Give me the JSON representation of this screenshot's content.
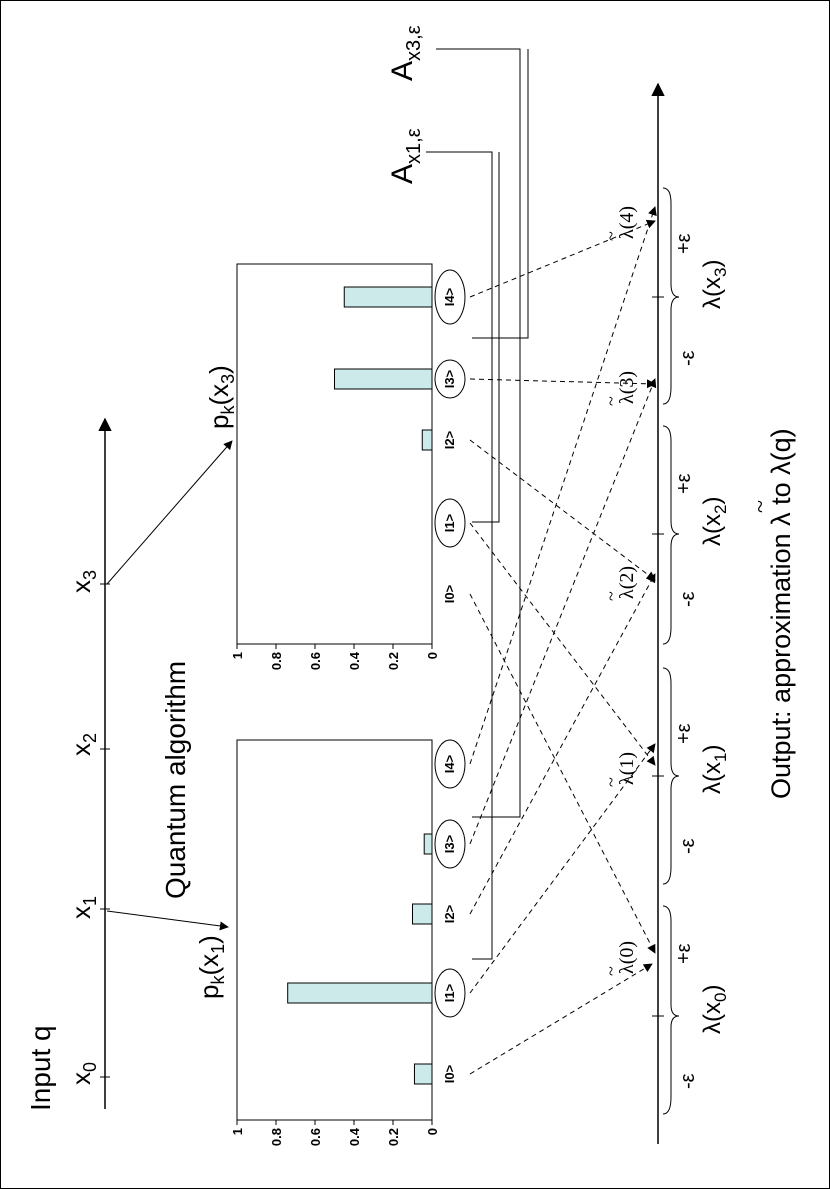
{
  "input_label": "Input q",
  "input_axis": {
    "ticks": [
      {
        "name": "x",
        "sub": "0"
      },
      {
        "name": "x",
        "sub": "1"
      },
      {
        "name": "x",
        "sub": "2"
      },
      {
        "name": "x",
        "sub": "3"
      }
    ]
  },
  "algorithm_label": "Quantum algorithm",
  "charts": [
    {
      "title_main": "p",
      "title_k": "k",
      "title_x": "(x",
      "title_sub": "1",
      "title_close": ")",
      "yticks": [
        "0",
        "0.2",
        "0.4",
        "0.6",
        "0.8",
        "1"
      ],
      "kets": [
        "I0>",
        "I1>",
        "I2>",
        "I3>",
        "I4>"
      ],
      "values": [
        0.09,
        0.74,
        0.1,
        0.04,
        0.0
      ]
    },
    {
      "title_main": "p",
      "title_k": "k",
      "title_x": "(x",
      "title_sub": "3",
      "title_close": ")",
      "yticks": [
        "0",
        "0.2",
        "0.4",
        "0.6",
        "0.8",
        "1"
      ],
      "kets": [
        "I0>",
        "I1>",
        "I2>",
        "I3>",
        "I4>"
      ],
      "values": [
        0.0,
        0.0,
        0.05,
        0.5,
        0.45
      ]
    }
  ],
  "operators": [
    {
      "main": "A",
      "sub": "x1,ε"
    },
    {
      "main": "A",
      "sub": "x3,ε"
    }
  ],
  "lambda_tilde_labels": [
    "λ(0)",
    "λ(1)",
    "λ(2)",
    "λ(3)",
    "λ(4)"
  ],
  "tilde": "~",
  "intervals": [
    {
      "label": "λ(x",
      "sub": "0",
      "close": ")",
      "minus": "-ε",
      "plus": "+ε"
    },
    {
      "label": "λ(x",
      "sub": "1",
      "close": ")",
      "minus": "-ε",
      "plus": "+ε"
    },
    {
      "label": "λ(x",
      "sub": "2",
      "close": ")",
      "minus": "-ε",
      "plus": "+ε"
    },
    {
      "label": "λ(x",
      "sub": "3",
      "close": ")",
      "minus": "-ε",
      "plus": "+ε"
    }
  ],
  "output_label": "Output: approximation λ to λ(q)"
}
